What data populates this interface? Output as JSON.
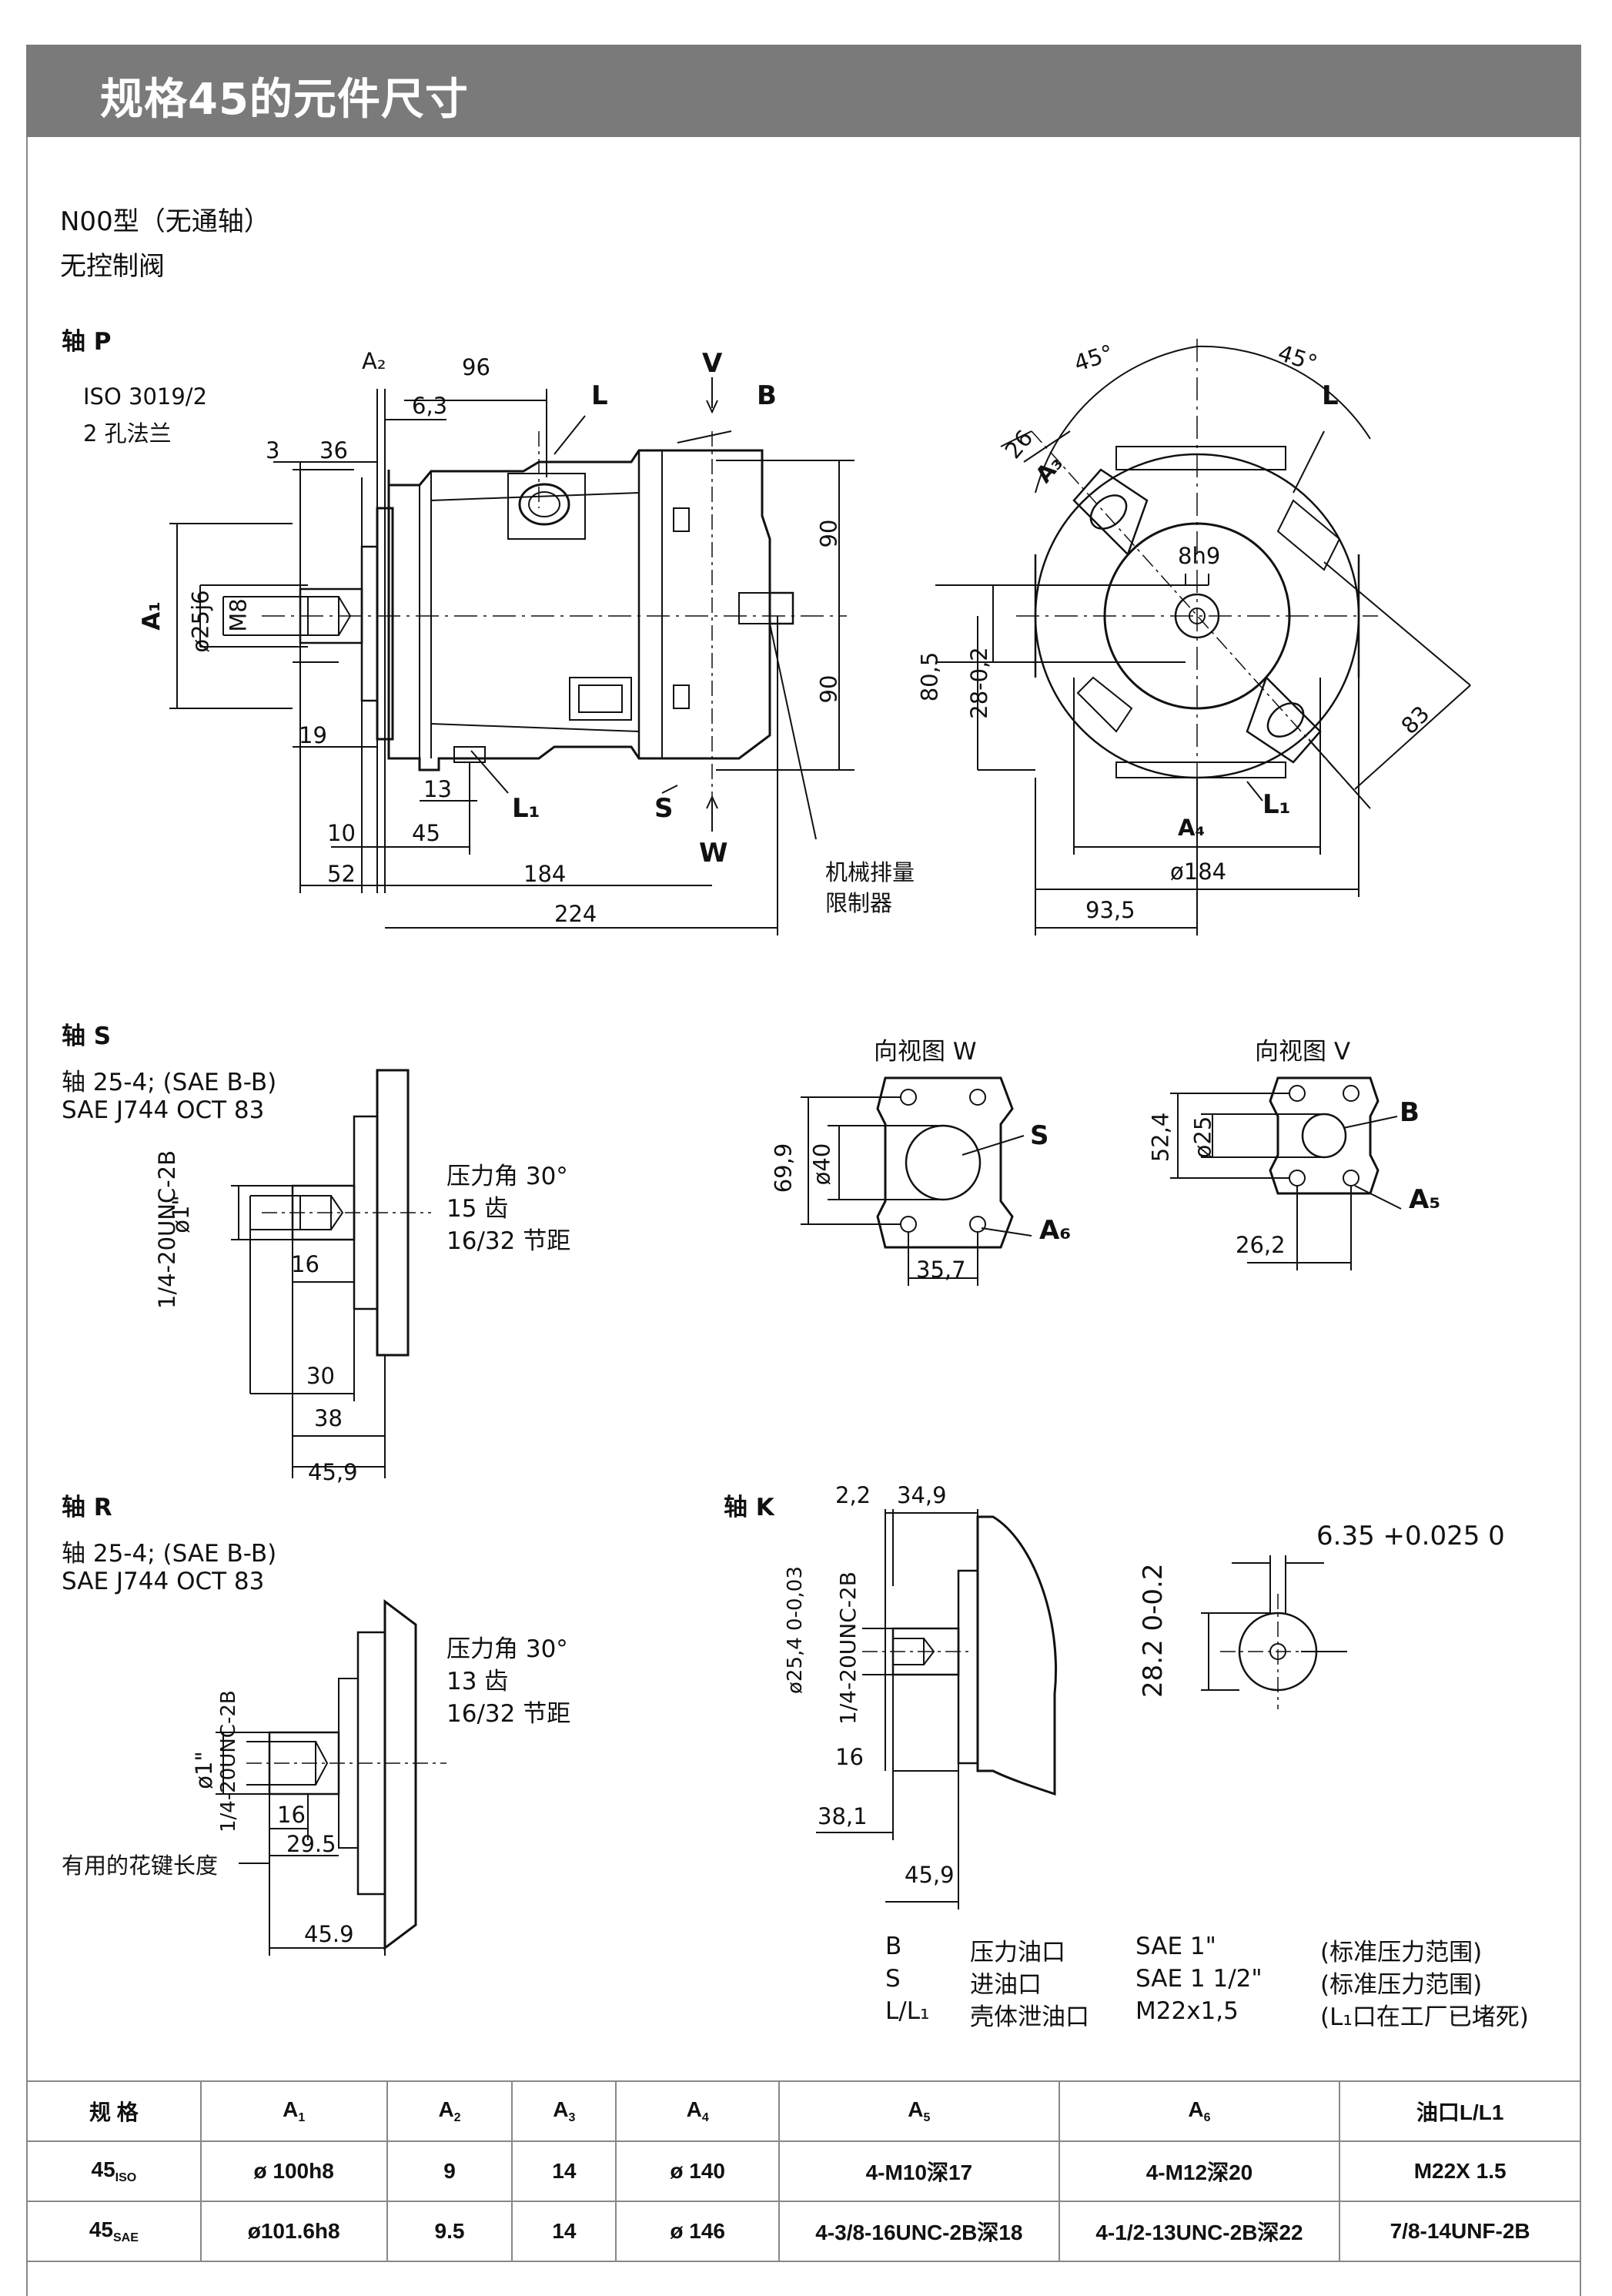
{
  "header": {
    "title": "规格45的元件尺寸"
  },
  "intro": {
    "line1": "N00型（无通轴）",
    "line2": "无控制阀"
  },
  "section_p": {
    "title": "轴 P",
    "flange_note_1": "ISO 3019/2",
    "flange_note_2": "2 孔法兰",
    "dims": [
      "A₂",
      "96",
      "6,3",
      "3",
      "36",
      "A₁",
      "ø25j6",
      "M8",
      "19",
      "10",
      "45",
      "13",
      "52",
      "184",
      "224",
      "90",
      "90"
    ],
    "ports": {
      "L": "L",
      "L1": "L₁",
      "V": "V",
      "B": "B",
      "S": "S",
      "W": "W"
    },
    "limiter_1": "机械排量",
    "limiter_2": "限制器",
    "front_dims": [
      "45°",
      "45°",
      "26",
      "A₃",
      "8h9",
      "80,5",
      "28-0,2",
      "83",
      "A₄",
      "ø184",
      "93,5"
    ]
  },
  "section_s": {
    "title": "轴 S",
    "spec_1": "轴 25-4; (SAE B-B)",
    "spec_2": "SAE J744 OCT 83",
    "note_1": "压力角 30°",
    "note_2": "15 齿",
    "note_3": "16/32 节距",
    "dims": [
      "ø1\"",
      "16",
      "1/4-20UNC-2B",
      "30",
      "38",
      "45,9"
    ]
  },
  "view_w": {
    "title": "向视图 W",
    "dims": [
      "69,9",
      "ø40",
      "35,7"
    ],
    "S": "S",
    "A6": "A₆"
  },
  "view_v": {
    "title": "向视图 V",
    "dims": [
      "52,4",
      "ø25",
      "26,2"
    ],
    "B": "B",
    "A5": "A₅"
  },
  "section_r": {
    "title": "轴 R",
    "spec_1": "轴 25-4; (SAE B-B)",
    "spec_2": "SAE J744 OCT 83",
    "note_1": "压力角 30°",
    "note_2": "13 齿",
    "note_3": "16/32 节距",
    "useful_length": "有用的花键长度",
    "dims": [
      "ø1\"",
      "1/4-20UNC-2B",
      "16",
      "29.5",
      "45.9"
    ]
  },
  "section_k": {
    "title": "轴 K",
    "dims": [
      "2,2",
      "34,9",
      "ø25,4 0-0,03",
      "1/4-20UNC-2B",
      "16",
      "38,1",
      "45,9",
      "6.35 +0.025 0",
      "28.2 0-0.2"
    ]
  },
  "legend": [
    {
      "code": "B",
      "name": "压力油口",
      "size": "SAE 1\"",
      "note": "(标准压力范围)"
    },
    {
      "code": "S",
      "name": "进油口",
      "size": "SAE 1 1/2\"",
      "note": "(标准压力范围)"
    },
    {
      "code": "L/L₁",
      "name": "壳体泄油口",
      "size": "M22x1,5",
      "note": "(L₁口在工厂已堵死)"
    }
  ],
  "table": {
    "headers": [
      "规 格",
      "A",
      "A",
      "A",
      "A",
      "A",
      "A",
      "油口L/L1"
    ],
    "header_subs": [
      "",
      "1",
      "2",
      "3",
      "4",
      "5",
      "6",
      ""
    ],
    "rows": [
      {
        "size": "45",
        "size_sub": "ISO",
        "a1": "ø 100h8",
        "a2": "9",
        "a3": "14",
        "a4": "ø 140",
        "a5": "4-M10深17",
        "a6": "4-M12深20",
        "port": "M22X 1.5"
      },
      {
        "size": "45",
        "size_sub": "SAE",
        "a1": "ø101.6h8",
        "a2": "9.5",
        "a3": "14",
        "a4": "ø 146",
        "a5": "4-3/8-16UNC-2B深18",
        "a6": "4-1/2-13UNC-2B深22",
        "port": "7/8-14UNF-2B"
      }
    ]
  }
}
